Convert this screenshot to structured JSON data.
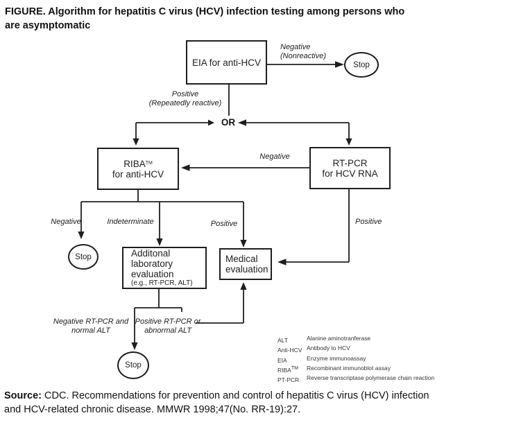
{
  "figure": {
    "title_line1": "FIGURE. Algorithm for hepatitis C virus (HCV) infection testing among persons who",
    "title_line2": "are asymptomatic"
  },
  "flowchart": {
    "nodes": {
      "eia": {
        "label": "EIA for anti-HCV"
      },
      "stop_top": {
        "label": "Stop"
      },
      "or_junction": {
        "label": "OR"
      },
      "riba": {
        "name": "RIBA",
        "sup": "TM",
        "line2": "for anti-HCV"
      },
      "rt_pcr": {
        "line1": "RT-PCR",
        "line2": "for HCV RNA"
      },
      "stop_left": {
        "label": "Stop"
      },
      "additional_lab": {
        "line1": "Additonal",
        "line2": "laboratory",
        "line3": "evaluation",
        "line4": "(e.g., RT-PCR, ALT)"
      },
      "medical_eval": {
        "line1": "Medical",
        "line2": "evaluation"
      },
      "stop_bottom": {
        "label": "Stop"
      }
    },
    "edge_labels": {
      "eia_negative": {
        "line1": "Negative",
        "line2": "(Nonreactive)"
      },
      "eia_positive": {
        "line1": "Positive",
        "line2": "(Repeatedly reactive)"
      },
      "rtpcr_to_riba": "Negative",
      "riba_negative": "Negative",
      "riba_indeterminate": "Indeterminate",
      "riba_positive": "Positive",
      "rtpcr_positive": "Positive",
      "lab_negative": {
        "line1": "Negative RT-PCR and",
        "line2": "normal ALT"
      },
      "lab_positive": {
        "line1": "Positive RT-PCR or",
        "line2": "abnormal ALT"
      }
    }
  },
  "legend": {
    "rows": [
      {
        "abbr": "ALT",
        "sup": "",
        "definition": "Alanine aminotranferase"
      },
      {
        "abbr": "Anti-HCV",
        "sup": "",
        "definition": "Antibody to HCV"
      },
      {
        "abbr": "EIA",
        "sup": "",
        "definition": "Enzyme immunoassay"
      },
      {
        "abbr": "RIBA",
        "sup": "TM",
        "definition": "Recombinant immunoblot assay"
      },
      {
        "abbr": "PT-PCR",
        "sup": "",
        "definition": "Reverse transcriptase polymerase chain reaction"
      }
    ]
  },
  "source": {
    "label": "Source:",
    "line1_rest": " CDC. Recommendations for prevention and control of hepatitis C virus (HCV) infection",
    "line2": "and HCV-related chronic disease. MMWR 1998;47(No. RR-19):27."
  },
  "colors": {
    "ink": "#1e1e1e",
    "background": "#ffffff"
  }
}
